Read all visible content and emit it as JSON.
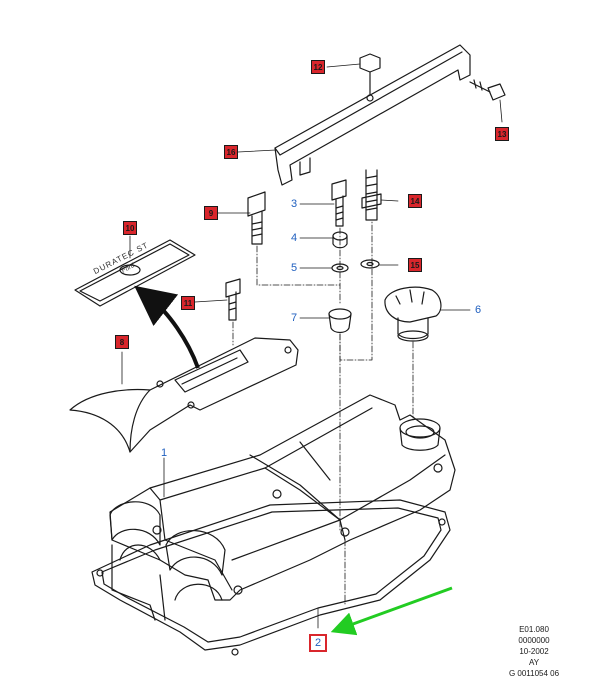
{
  "callouts": {
    "c1": "1",
    "c2": "2",
    "c3": "3",
    "c4": "4",
    "c5": "5",
    "c6": "6",
    "c7": "7",
    "c8": "8",
    "c9": "9",
    "c10": "10",
    "c11": "11",
    "c12": "12",
    "c13": "13",
    "c14": "14",
    "c15": "15",
    "c16": "16"
  },
  "plate_text": {
    "brand": "Ford",
    "model": "DURATEC ST"
  },
  "reference": {
    "line1": "E01.080",
    "line2": "0000000",
    "line3": "10-2002",
    "line4": "AY",
    "line5": "G 0011054 06"
  },
  "colors": {
    "callout_fill": "#d9262c",
    "callout_text": "#1f5fbf",
    "arrow_green": "#22cc22"
  }
}
